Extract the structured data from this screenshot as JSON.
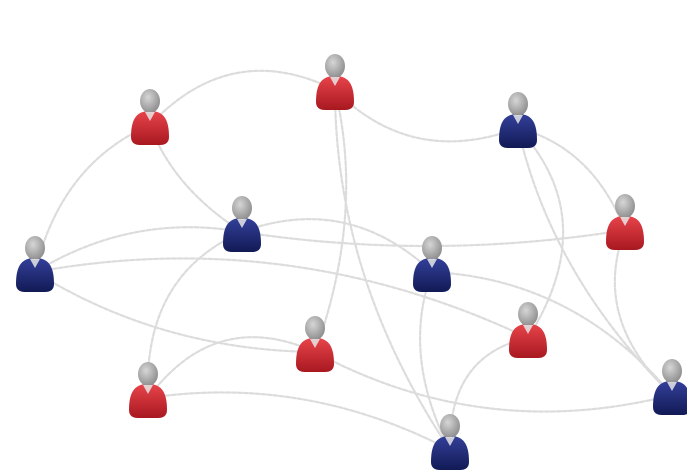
{
  "diagram": {
    "type": "social-network",
    "colors": {
      "background": "#ffffff",
      "edge": "#dcdcdc",
      "red_body": "#d42a32",
      "red_body_dark": "#a81820",
      "blue_body": "#1f2a7a",
      "blue_body_dark": "#121a55",
      "head": "#9a9a9a",
      "head_light": "#c8c8c8"
    },
    "nodes": [
      {
        "id": "n1",
        "group": "red",
        "icon": "person-icon"
      },
      {
        "id": "n2",
        "group": "red",
        "icon": "person-icon"
      },
      {
        "id": "n3",
        "group": "blue",
        "icon": "person-icon"
      },
      {
        "id": "n4",
        "group": "blue",
        "icon": "person-icon"
      },
      {
        "id": "n5",
        "group": "red",
        "icon": "person-icon"
      },
      {
        "id": "n6",
        "group": "blue",
        "icon": "person-icon"
      },
      {
        "id": "n7",
        "group": "blue",
        "icon": "person-icon"
      },
      {
        "id": "n8",
        "group": "red",
        "icon": "person-icon"
      },
      {
        "id": "n9",
        "group": "red",
        "icon": "person-icon"
      },
      {
        "id": "n10",
        "group": "red",
        "icon": "person-icon"
      },
      {
        "id": "n11",
        "group": "blue",
        "icon": "person-icon"
      },
      {
        "id": "n12",
        "group": "blue",
        "icon": "person-icon"
      }
    ],
    "edges": [
      [
        "n1",
        "n6"
      ],
      [
        "n1",
        "n2"
      ],
      [
        "n1",
        "n4"
      ],
      [
        "n2",
        "n3"
      ],
      [
        "n2",
        "n8"
      ],
      [
        "n2",
        "n11"
      ],
      [
        "n3",
        "n5"
      ],
      [
        "n3",
        "n12"
      ],
      [
        "n4",
        "n5"
      ],
      [
        "n4",
        "n7"
      ],
      [
        "n4",
        "n10"
      ],
      [
        "n6",
        "n9"
      ],
      [
        "n6",
        "n8"
      ],
      [
        "n7",
        "n11"
      ],
      [
        "n7",
        "n12"
      ],
      [
        "n8",
        "n10"
      ],
      [
        "n8",
        "n12"
      ],
      [
        "n9",
        "n11"
      ],
      [
        "n10",
        "n11"
      ],
      [
        "n3",
        "n9"
      ],
      [
        "n6",
        "n4"
      ],
      [
        "n5",
        "n12"
      ]
    ]
  }
}
